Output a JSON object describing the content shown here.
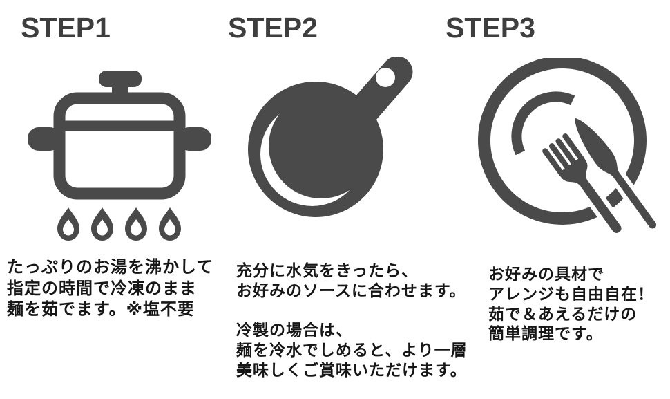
{
  "colors": {
    "icon-color": "#4a4a4a",
    "heading-color": "#3e3e3e",
    "text-color": "#161616",
    "bg-color": "#ffffff"
  },
  "steps": [
    {
      "label": "STEP1",
      "icon": "pot-boiling-on-flames-icon",
      "lines": [
        "たっぷりのお湯を沸かして",
        "指定の時間で冷凍のまま",
        "麺を茹でます。※塩不要"
      ]
    },
    {
      "label": "STEP2",
      "icon": "frying-pan-icon",
      "lines": [
        "充分に水気をきったら、",
        "お好みのソースに合わせます。",
        "",
        "冷製の場合は、",
        "麺を冷水でしめると、より一層",
        "美味しくご賞味いただけます。"
      ]
    },
    {
      "label": "STEP3",
      "icon": "plate-with-fork-and-knife-icon",
      "lines": [
        "お好みの具材で",
        "アレンジも自由自在！",
        "茹で＆あえるだけの",
        "簡単調理です。"
      ]
    }
  ]
}
